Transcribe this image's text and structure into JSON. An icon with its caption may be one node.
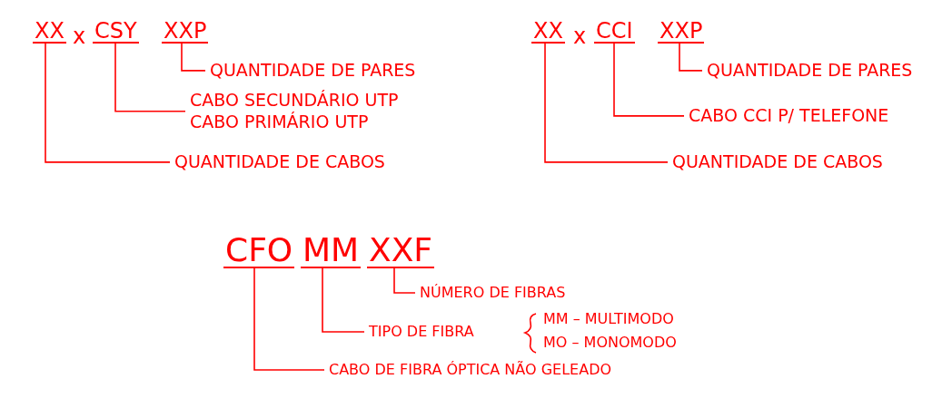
{
  "diagram": {
    "nodes": [
      {
        "text": [
          "XX"
        ]
      },
      {
        "text": [
          "CSY"
        ]
      },
      {
        "text": [
          "XXP"
        ]
      },
      {
        "text": [
          "QUANTIDADE DE PARES"
        ]
      },
      {
        "text": [
          "CABO SECUNDÁRIO UTP",
          "CABO PRIMÁRIO UTP"
        ]
      },
      {
        "text": [
          "QUANTIDADE DE CABOS"
        ]
      },
      {
        "text": [
          "XX"
        ]
      },
      {
        "text": [
          "CCI"
        ]
      },
      {
        "text": [
          "XXP"
        ]
      },
      {
        "text": [
          "QUANTIDADE DE PARES"
        ]
      },
      {
        "text": [
          "CABO CCI P/ TELEFONE"
        ]
      },
      {
        "text": [
          "QUANTIDADE DE CABOS"
        ]
      },
      {
        "text": [
          "CFO"
        ]
      },
      {
        "text": [
          "MM"
        ]
      },
      {
        "text": [
          "XXF"
        ]
      },
      {
        "text": [
          "NÚMERO DE FIBRAS"
        ]
      },
      {
        "text": [
          "TIPO DE FIBRA"
        ]
      },
      {
        "text": [
          "CABO DE FIBRA ÓPTICA NÃO GELEADO"
        ]
      }
    ],
    "edges": [
      {
        "from": 2,
        "to": 3,
        "arrow": "none"
      },
      {
        "from": 1,
        "to": 4,
        "arrow": "none"
      },
      {
        "from": 0,
        "to": 5,
        "arrow": "none"
      },
      {
        "from": 8,
        "to": 9,
        "arrow": "none"
      },
      {
        "from": 7,
        "to": 10,
        "arrow": "none"
      },
      {
        "from": 6,
        "to": 11,
        "arrow": "none"
      },
      {
        "from": 14,
        "to": 15,
        "arrow": "none"
      },
      {
        "from": 13,
        "to": 16,
        "arrow": "none"
      },
      {
        "from": 12,
        "to": 17,
        "arrow": "none"
      }
    ],
    "labels": [
      "x",
      "x",
      "MM – MULTIMODO",
      "MO – MONOMODO"
    ]
  }
}
